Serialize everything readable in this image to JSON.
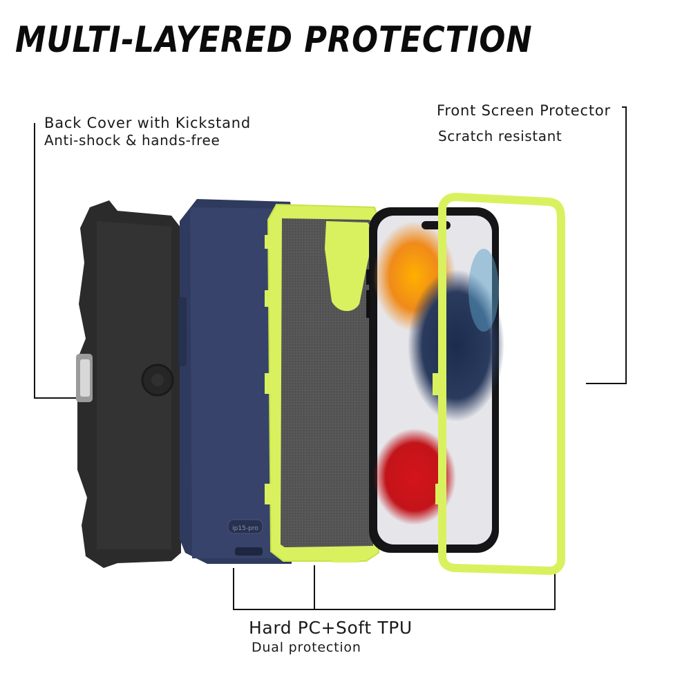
{
  "headline": "MULTI-LAYERED PROTECTION",
  "callouts": {
    "back_cover": {
      "title": "Back Cover with Kickstand",
      "subtitle": "Anti-shock & hands-free"
    },
    "front": {
      "title": "Front Screen Protector",
      "subtitle": "Scratch resistant"
    },
    "layers": {
      "title": "Hard PC+Soft TPU",
      "subtitle": "Dual protection"
    }
  },
  "case_imprint": "ip15-pro",
  "colors": {
    "holster": "#2a2b2a",
    "shell": "#2f3a5f",
    "tpu": "#d9f15f",
    "felt": "#5a5a5a",
    "phone_frame": "#151518",
    "callout_line": "#111111"
  }
}
